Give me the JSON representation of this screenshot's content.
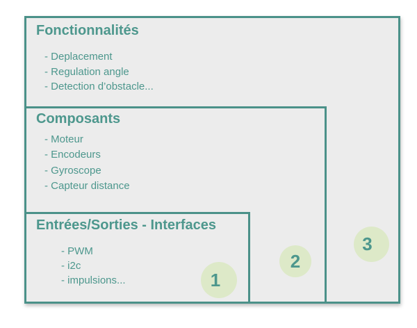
{
  "colors": {
    "teal_border": "#4b9189",
    "teal_text": "#4d978d",
    "box_fill": "#ececec",
    "badge_fill": "#dde9c8",
    "badge_text": "#4d978d",
    "page_bg": "#ffffff"
  },
  "boxes": [
    {
      "title": "Fonctionnalités",
      "items": [
        "- Deplacement",
        "- Regulation angle",
        "- Detection d’obstacle..."
      ],
      "badge": "3"
    },
    {
      "title": "Composants",
      "items": [
        "- Moteur",
        "- Encodeurs",
        "- Gyroscope",
        "- Capteur distance"
      ],
      "badge": "2"
    },
    {
      "title": "Entrées/Sorties - Interfaces",
      "items": [
        "- PWM",
        "- i2c",
        "- impulsions..."
      ],
      "badge": "1"
    }
  ],
  "badges": [
    "1",
    "2",
    "3"
  ]
}
